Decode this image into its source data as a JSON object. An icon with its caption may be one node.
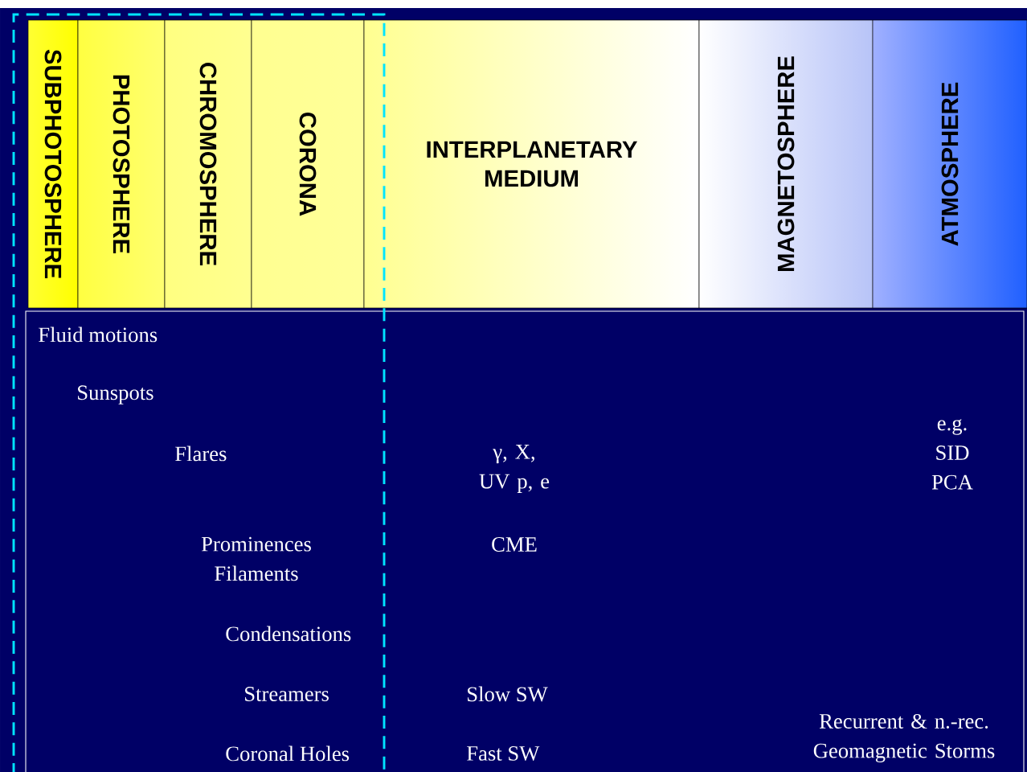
{
  "diagram": {
    "nodes": [
      {
        "text": [
          "SUBPHOTOSPHERE"
        ]
      },
      {
        "text": [
          "PHOTOSPHERE"
        ]
      },
      {
        "text": [
          "CHROMOSPHERE"
        ]
      },
      {
        "text": [
          "CORONA"
        ]
      },
      {
        "text": [
          "INTERPLANETARY MEDIUM"
        ]
      },
      {
        "text": [
          "MAGNETOSPHERE"
        ]
      },
      {
        "text": [
          "ATMOSPHERE"
        ]
      }
    ],
    "labels": [
      "Fluid motions",
      "Sunspots",
      "Flares",
      "γ, X, UV p, e",
      "e.g. SID PCA",
      "Prominences Filaments",
      "CME",
      "Condensations",
      "Streamers",
      "Slow SW",
      "Recurrent & n.-rec. Geomagnetic Storms",
      "Coronal Holes",
      "Fast SW"
    ]
  }
}
